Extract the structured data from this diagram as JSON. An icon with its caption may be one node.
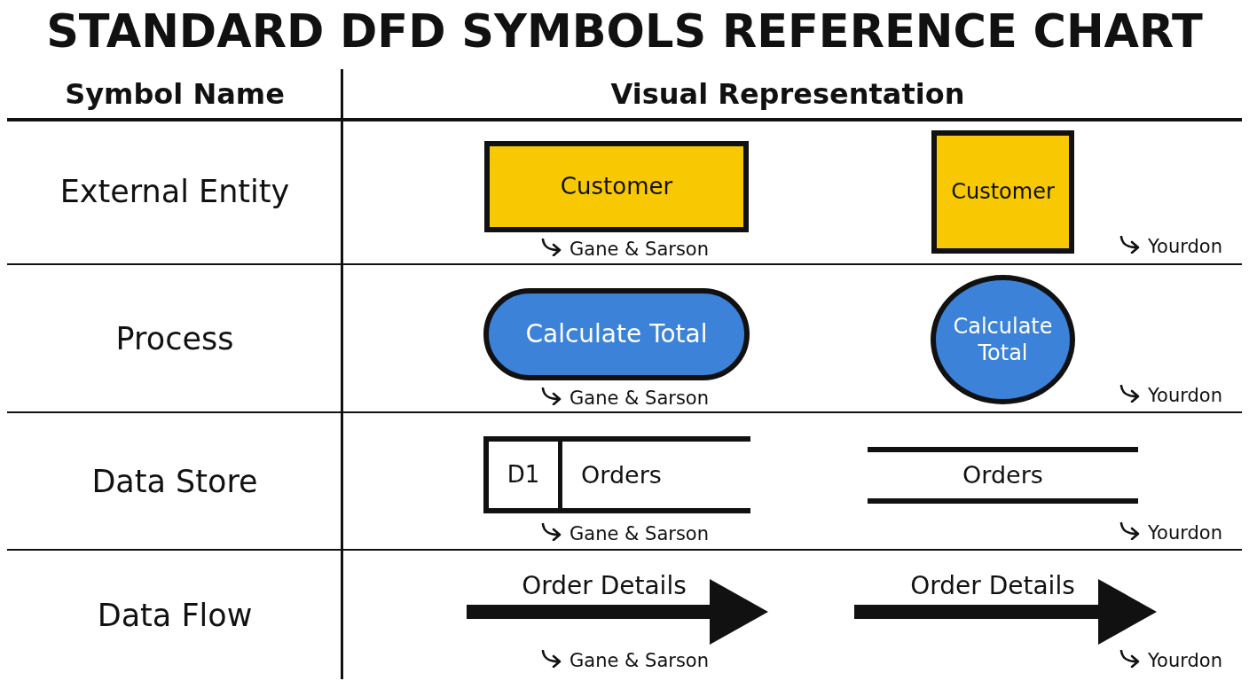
{
  "diagram": {
    "title": "STANDARD DFD SYMBOLS REFERENCE CHART",
    "nodes": [
      {
        "text": [
          "Customer"
        ],
        "beside": [
          "Gane & Sarson"
        ]
      },
      {
        "text": [
          "Customer"
        ],
        "beside": [
          "Yourdon"
        ]
      },
      {
        "text": [
          "Calculate Total"
        ],
        "beside": [
          "Gane & Sarson"
        ]
      },
      {
        "text": [
          "Calculate Total"
        ],
        "beside": [
          "Yourdon"
        ]
      },
      {
        "text": [
          "D1",
          "Orders"
        ],
        "beside": [
          "Gane & Sarson"
        ]
      },
      {
        "text": [
          "Orders"
        ],
        "beside": [
          "Yourdon"
        ]
      },
      {
        "text": [
          "Order Details"
        ],
        "beside": [
          "Gane & Sarson"
        ]
      },
      {
        "text": [
          "Order Details"
        ],
        "beside": [
          "Yourdon"
        ]
      }
    ],
    "labels": [
      "Symbol Name",
      "Visual Representation",
      "External Entity",
      "Process",
      "Data Store",
      "Data Flow"
    ]
  }
}
